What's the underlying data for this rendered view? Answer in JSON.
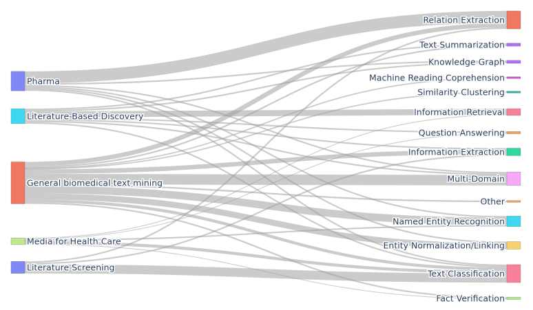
{
  "diagram": {
    "type": "sankey",
    "link_color": "#a0a0a0",
    "sources": [
      {
        "id": "pharma",
        "label": "Pharma",
        "color": "#8088f5"
      },
      {
        "id": "lbd",
        "label": "Literature-Based Discovery",
        "color": "#40d8f0"
      },
      {
        "id": "gbtm",
        "label": "General biomedical text mining",
        "color": "#f07860"
      },
      {
        "id": "mhc",
        "label": "Media for Health Care",
        "color": "#c0e890"
      },
      {
        "id": "ls",
        "label": "Literature Screening",
        "color": "#8088f5"
      }
    ],
    "targets": [
      {
        "id": "re",
        "label": "Relation Extraction",
        "color": "#f07860"
      },
      {
        "id": "ts",
        "label": "Text Summarization",
        "color": "#b070f0"
      },
      {
        "id": "kg",
        "label": "Knowledge Graph",
        "color": "#b070f0"
      },
      {
        "id": "mrc",
        "label": "Machine Reading Coprehension",
        "color": "#d050d0"
      },
      {
        "id": "sc",
        "label": "Similarity Clustering",
        "color": "#30b0a0"
      },
      {
        "id": "ir",
        "label": "Information Retrieval",
        "color": "#f88098"
      },
      {
        "id": "qa",
        "label": "Question Answering",
        "color": "#f0a060"
      },
      {
        "id": "ie",
        "label": "Information Extraction",
        "color": "#30d8a0"
      },
      {
        "id": "md",
        "label": "Multi-Domain",
        "color": "#f8a8f8"
      },
      {
        "id": "other",
        "label": "Other",
        "color": "#f0a060"
      },
      {
        "id": "ner",
        "label": "Named Entity Recognition",
        "color": "#40d8f0"
      },
      {
        "id": "enl",
        "label": "Entity Normalization/Linking",
        "color": "#f8d070"
      },
      {
        "id": "tc",
        "label": "Text Classification",
        "color": "#f88098"
      },
      {
        "id": "fv",
        "label": "Fact Verification",
        "color": "#b0e890"
      }
    ],
    "links": [
      {
        "source": "pharma",
        "target": "re",
        "value": 4
      },
      {
        "source": "pharma",
        "target": "kg",
        "value": 0.5
      },
      {
        "source": "pharma",
        "target": "md",
        "value": 0.5
      },
      {
        "source": "pharma",
        "target": "ner",
        "value": 0.5
      },
      {
        "source": "pharma",
        "target": "enl",
        "value": 0.5
      },
      {
        "source": "pharma",
        "target": "tc",
        "value": 0.5
      },
      {
        "source": "lbd",
        "target": "ts",
        "value": 0.5
      },
      {
        "source": "lbd",
        "target": "kg",
        "value": 0.5
      },
      {
        "source": "lbd",
        "target": "ir",
        "value": 2
      },
      {
        "source": "lbd",
        "target": "qa",
        "value": 0.5
      },
      {
        "source": "lbd",
        "target": "ie",
        "value": 0.5
      },
      {
        "source": "lbd",
        "target": "md",
        "value": 0.5
      },
      {
        "source": "lbd",
        "target": "tc",
        "value": 0.5
      },
      {
        "source": "gbtm",
        "target": "re",
        "value": 1.5
      },
      {
        "source": "gbtm",
        "target": "ts",
        "value": 0.5
      },
      {
        "source": "gbtm",
        "target": "mrc",
        "value": 0.25
      },
      {
        "source": "gbtm",
        "target": "sc",
        "value": 0.25
      },
      {
        "source": "gbtm",
        "target": "ie",
        "value": 1.5
      },
      {
        "source": "gbtm",
        "target": "md",
        "value": 3.5
      },
      {
        "source": "gbtm",
        "target": "other",
        "value": 0.5
      },
      {
        "source": "gbtm",
        "target": "ner",
        "value": 2.5
      },
      {
        "source": "gbtm",
        "target": "enl",
        "value": 2
      },
      {
        "source": "gbtm",
        "target": "tc",
        "value": 1
      },
      {
        "source": "gbtm",
        "target": "fv",
        "value": 0.5
      },
      {
        "source": "mhc",
        "target": "ir",
        "value": 0.25
      },
      {
        "source": "mhc",
        "target": "qa",
        "value": 0.25
      },
      {
        "source": "mhc",
        "target": "ner",
        "value": 0.5
      },
      {
        "source": "mhc",
        "target": "tc",
        "value": 1
      },
      {
        "source": "mhc",
        "target": "fv",
        "value": 0.25
      },
      {
        "source": "ls",
        "target": "re",
        "value": 0.5
      },
      {
        "source": "ls",
        "target": "ie",
        "value": 0.5
      },
      {
        "source": "ls",
        "target": "tc",
        "value": 3
      }
    ]
  }
}
